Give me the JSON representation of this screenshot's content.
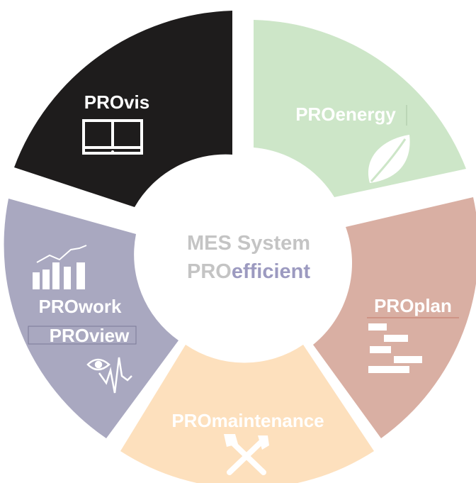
{
  "center": {
    "line1": "MES System",
    "line2_prefix": "PRO",
    "line2_suffix": "efficient"
  },
  "segments": [
    {
      "key": "provis",
      "label": "PROvis",
      "color": "#1e1c1c",
      "text_color": "#ffffff",
      "icon": "monitor-icon"
    },
    {
      "key": "proenergy",
      "label": "PROenergy",
      "color": "#cde6c8",
      "text_color": "#ffffff",
      "icon": "leaf-icon"
    },
    {
      "key": "proplan",
      "label": "PROplan",
      "color": "#d9afa3",
      "text_color": "#ffffff",
      "icon": "gantt-icon"
    },
    {
      "key": "promaintenance",
      "label": "PROmaintenance",
      "color": "#fde0bd",
      "text_color": "#ffffff",
      "icon": "tools-icon"
    },
    {
      "key": "prowork",
      "label": "PROwork",
      "color": "#a9a8c0",
      "text_color": "#ffffff",
      "icon": "bar-chart-icon"
    },
    {
      "key": "proview",
      "label": "PROview",
      "color": "#a9a8c0",
      "text_color": "#ffffff",
      "icon": "eye-waveform-icon"
    }
  ],
  "colors": {
    "center_gray": "#c4c4c4",
    "center_accent": "#9c9ac0",
    "background": "#ffffff"
  }
}
